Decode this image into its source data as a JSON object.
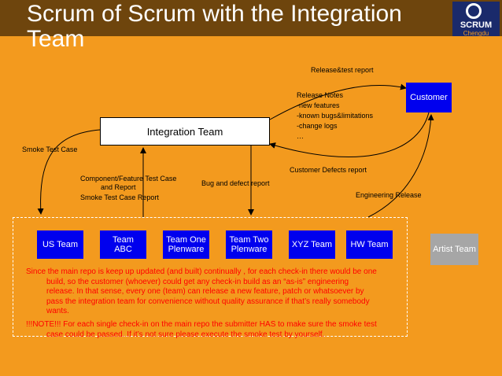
{
  "title": "Scrum of Scrum with the Integration Team",
  "logo": {
    "icon": "scrum-logo-icon",
    "brand": "SCRUM",
    "city": "Chengdu"
  },
  "integration_team": "Integration Team",
  "customer": "Customer",
  "artist_team": "Artist Team",
  "teams": [
    {
      "line1": "US Team",
      "line2": ""
    },
    {
      "line1": "Team",
      "line2": "ABC"
    },
    {
      "line1": "Team One",
      "line2": "Plenware"
    },
    {
      "line1": "Team Two",
      "line2": "Plenware"
    },
    {
      "line1": "XYZ Team",
      "line2": ""
    },
    {
      "line1": "HW Team",
      "line2": ""
    }
  ],
  "labels": {
    "release_test_report": "Release&test report",
    "release_notes": [
      "Release Notes",
      "-new features",
      "-known bugs&limitations",
      "-change logs",
      "…"
    ],
    "smoke_test_case": "Smoke Test Case",
    "customer_defects_report": "Customer Defects report",
    "component_test_case_1": "Component/Feature Test Case",
    "component_test_case_2": "and Report",
    "smoke_test_case_report": "Smoke Test Case Report",
    "bug_defect_report": "Bug and defect report",
    "engineering_release": "Engineering Release"
  },
  "notes": {
    "note1": [
      "Since the main repo is keep up updated (and built) continually , for each check-in there would be one",
      "build, so the customer (whoever) could get any check-in build as an “as-is” engineering",
      "release. In that sense, every one (team) can release a new feature, patch or whatsoever by",
      "pass the integration team for convenience without quality assurance if that’s really somebody",
      "wants."
    ],
    "note2": [
      "!!!NOTE!!! For each single check-in on the main repo the submitter HAS to make sure the smoke test",
      "case could be passed. If it’s not sure please execute the smoke test by yourself."
    ]
  },
  "colors": {
    "background": "#f39a1e",
    "team_box": "#0000ee",
    "artist_box": "#a6a6a6",
    "note_text": "#ff0000"
  }
}
